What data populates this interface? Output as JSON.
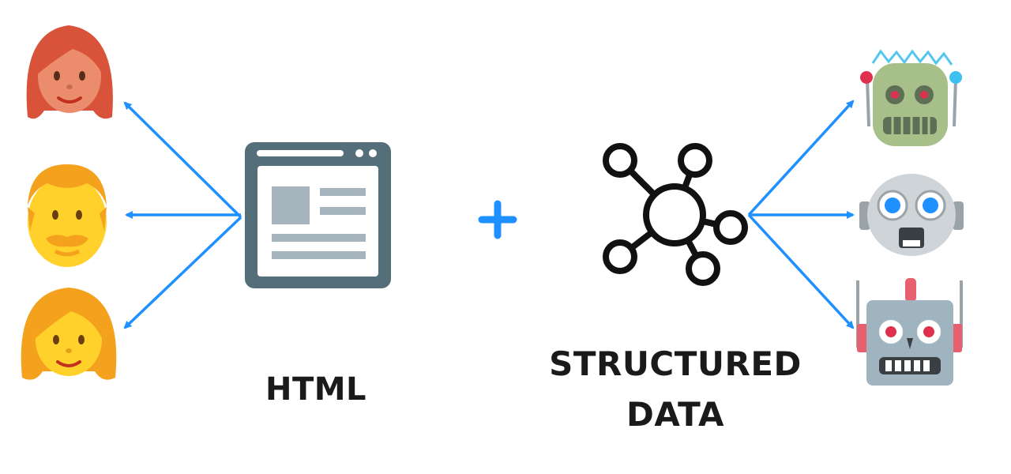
{
  "labels": {
    "html": "HTML",
    "plus": "+",
    "structured_line1": "STRUCTURED",
    "structured_line2": "DATA"
  },
  "icons": {
    "people": [
      "woman-red-hair-icon",
      "man-beard-icon",
      "woman-blonde-icon"
    ],
    "robots": [
      "old-robot-icon",
      "round-robot-icon",
      "boxy-robot-icon"
    ],
    "center_left": "webpage-icon",
    "center_right": "network-graph-icon"
  },
  "colors": {
    "arrow": "#1e90ff",
    "plus": "#1e90ff",
    "webpage": "#546e7a",
    "network": "#111111"
  }
}
